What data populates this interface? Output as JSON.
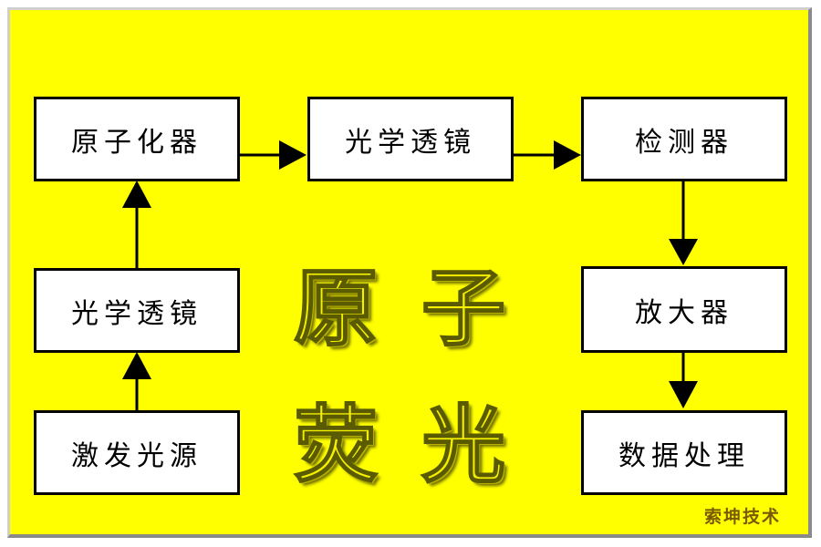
{
  "diagram": {
    "boxes": {
      "atomizer": "原子化器",
      "optical_lens_top": "光学透镜",
      "detector": "检测器",
      "optical_lens_left": "光学透镜",
      "amplifier": "放大器",
      "excitation_source": "激发光源",
      "data_processing": "数据处理"
    },
    "title_chars": [
      "原",
      "子",
      "荧",
      "光"
    ],
    "watermark": "索坤技术"
  },
  "colors": {
    "background": "#ffff00",
    "box_fill": "#ffffff",
    "box_border": "#000000",
    "title_fill": "#f4f000"
  }
}
